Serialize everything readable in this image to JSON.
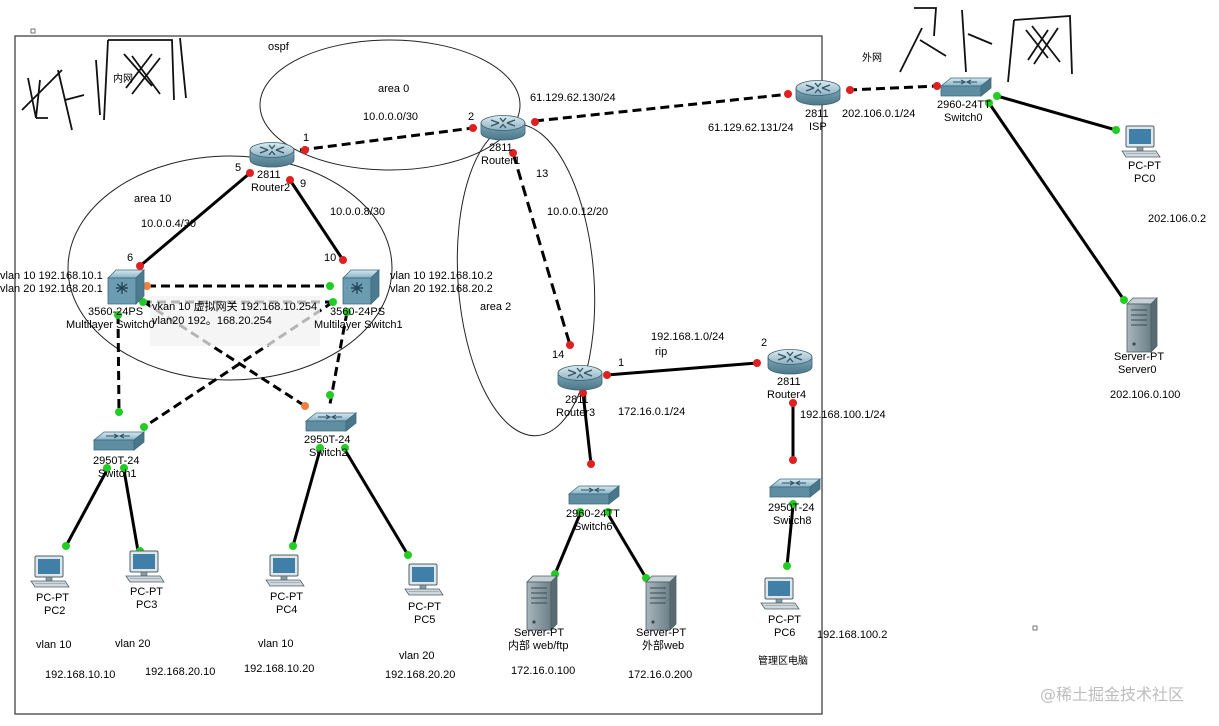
{
  "watermark": "@稀土掘金技术社区",
  "handwritten": {
    "inner": "内网",
    "outer": "外网"
  },
  "areas": {
    "ospf": "ospf",
    "area0": "area 0",
    "area10": "area 10",
    "area2": "area 2",
    "inner_small": "内网",
    "outer_small": "外网",
    "rip": "rip"
  },
  "devices": {
    "router2": {
      "model": "2811",
      "name": "Router2"
    },
    "router1": {
      "model": "2811",
      "name": "Router1"
    },
    "isp": {
      "model": "2811",
      "name": "ISP"
    },
    "router3": {
      "model": "2811",
      "name": "Router3"
    },
    "router4": {
      "model": "2811",
      "name": "Router4"
    },
    "mls0": {
      "model": "3560-24PS",
      "name": "Multilayer Switch0"
    },
    "mls1": {
      "model": "3560-24PS",
      "name": "Multilayer Switch1"
    },
    "switch1": {
      "model": "2950T-24",
      "name": "Switch1"
    },
    "switch2": {
      "model": "2950T-24",
      "name": "Switch2"
    },
    "switch0": {
      "model": "2960-24TT",
      "name": "Switch0"
    },
    "switch6": {
      "model": "2960-24TT",
      "name": "Switch6"
    },
    "switch8": {
      "model": "2950T-24",
      "name": "Switch8"
    },
    "pc2": {
      "model": "PC-PT",
      "name": "PC2"
    },
    "pc3": {
      "model": "PC-PT",
      "name": "PC3"
    },
    "pc4": {
      "model": "PC-PT",
      "name": "PC4"
    },
    "pc5": {
      "model": "PC-PT",
      "name": "PC5"
    },
    "pc0": {
      "model": "PC-PT",
      "name": "PC0"
    },
    "pc6": {
      "model": "PC-PT",
      "name": "PC6"
    },
    "server0": {
      "model": "Server-PT",
      "name": "Server0"
    },
    "srv_inner": {
      "model": "Server-PT",
      "name": "内部 web/ftp"
    },
    "srv_outer": {
      "model": "Server-PT",
      "name": "外部web"
    }
  },
  "links": {
    "net_r2_r1": "10.0.0.0/30",
    "net_r2_mls0": "10.0.0.4/30",
    "net_r2_mls1": "10.0.0.8/30",
    "net_r1_r3": "10.0.0.12/20",
    "net_r1_isp": "61.129.62.130/24",
    "isp_in": "61.129.62.131/24",
    "isp_out": "202.106.0.1/24",
    "net_r3_r4": "192.168.1.0/24",
    "r3_lan": "172.16.0.1/24",
    "r4_lan": "192.168.100.1/24"
  },
  "ports": {
    "r2_1": "1",
    "r1_2": "2",
    "r2_5": "5",
    "r2_9": "9",
    "mls0_6": "6",
    "mls1_10": "10",
    "r1_13": "13",
    "r3_14": "14",
    "r3_1": "1",
    "r4_2": "2"
  },
  "vlan_ips": {
    "mls0_v10": "vlan 10 192.168.10.1",
    "mls0_v20": "vlan 20 192.168.20.1",
    "mls1_v10": "vlan 10 192.168.10.2",
    "mls1_v20": "vlan 20 192.168.20.2",
    "vgw1": "vkan 10 虚拟网关 192.168.10.254",
    "vgw2": "vlan20 192。168.20.254"
  },
  "hosts": {
    "pc2_vlan": "vlan 10",
    "pc2_ip": "192.168.10.10",
    "pc3_vlan": "vlan 20",
    "pc3_ip": "192.168.20.10",
    "pc4_vlan": "vlan 10",
    "pc4_ip": "192.168.10.20",
    "pc5_vlan": "vlan 20",
    "pc5_ip": "192.168.20.20",
    "pc0_ip": "202.106.0.2",
    "server0_ip": "202.106.0.100",
    "srv_inner_ip": "172.16.0.100",
    "srv_outer_ip": "172.16.0.200",
    "pc6_ip": "192.168.100.2",
    "pc6_note": "管理区电脑"
  },
  "colors": {
    "link": "#000000",
    "port_up": "#22cc22",
    "port_down": "#e02020",
    "port_wait": "#f08040",
    "router_body": "#6f9bb0",
    "switch_body": "#6e9fb8"
  }
}
